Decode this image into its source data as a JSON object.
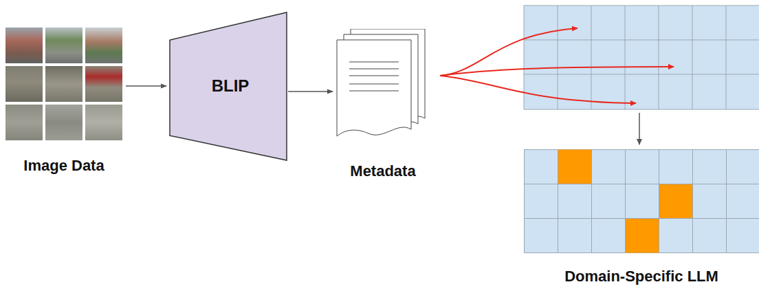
{
  "diagram": {
    "nodes": [
      {
        "text": [
          "Image Data"
        ]
      },
      {
        "text": [
          "BLIP"
        ]
      },
      {
        "text": [
          "Metadata"
        ]
      },
      {
        "text": [
          "Domain-Specific LLM"
        ]
      }
    ],
    "edges": [
      {
        "from": 0,
        "to": 1,
        "arrow": "to"
      },
      {
        "from": 1,
        "to": 2,
        "arrow": "to"
      }
    ]
  }
}
